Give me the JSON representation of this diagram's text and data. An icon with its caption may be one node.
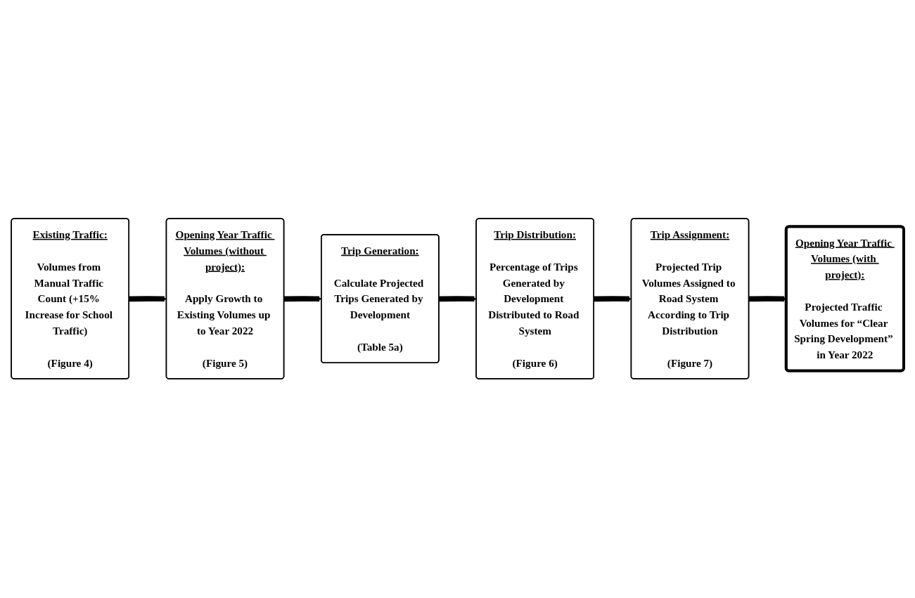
{
  "diagram": {
    "nodes": [
      {
        "text": [
          "Existing Traffic:",
          "Volumes from Manual Traffic Count (+15% Increase for School Traffic)",
          "(Figure 4)"
        ]
      },
      {
        "text": [
          "Trip Distribution:",
          "Percentage of Trips Generated by Development Distributed to Road System",
          "(Figure 6)"
        ]
      },
      {
        "text": [
          "Trip Assignment:",
          "Projected Trip Volumes Assigned to Road System According to Trip Distribution",
          "(Figure 7)"
        ]
      },
      {
        "text": [
          "Opening Year Traffic Volumes (without project):",
          "Apply Growth to Existing Volumes up to Year 2022",
          "(Figure 5)"
        ]
      },
      {
        "text": [
          "Trip Generation:",
          "Calculate Projected Trips Generated by Development",
          "(Table 5a)"
        ]
      },
      {
        "text": [
          "Opening Year Traffic Volumes (with project):",
          "Projected Traffic Volumes for “Clear Spring Development” in Year 2022"
        ]
      }
    ],
    "edges": [
      {
        "from": 0,
        "to": 3,
        "arrow": "to"
      },
      {
        "from": 3,
        "to": 4,
        "arrow": "to"
      },
      {
        "from": 4,
        "to": 1,
        "arrow": "to"
      },
      {
        "from": 1,
        "to": 2,
        "arrow": "to"
      },
      {
        "from": 2,
        "to": 5,
        "arrow": "to"
      }
    ]
  }
}
